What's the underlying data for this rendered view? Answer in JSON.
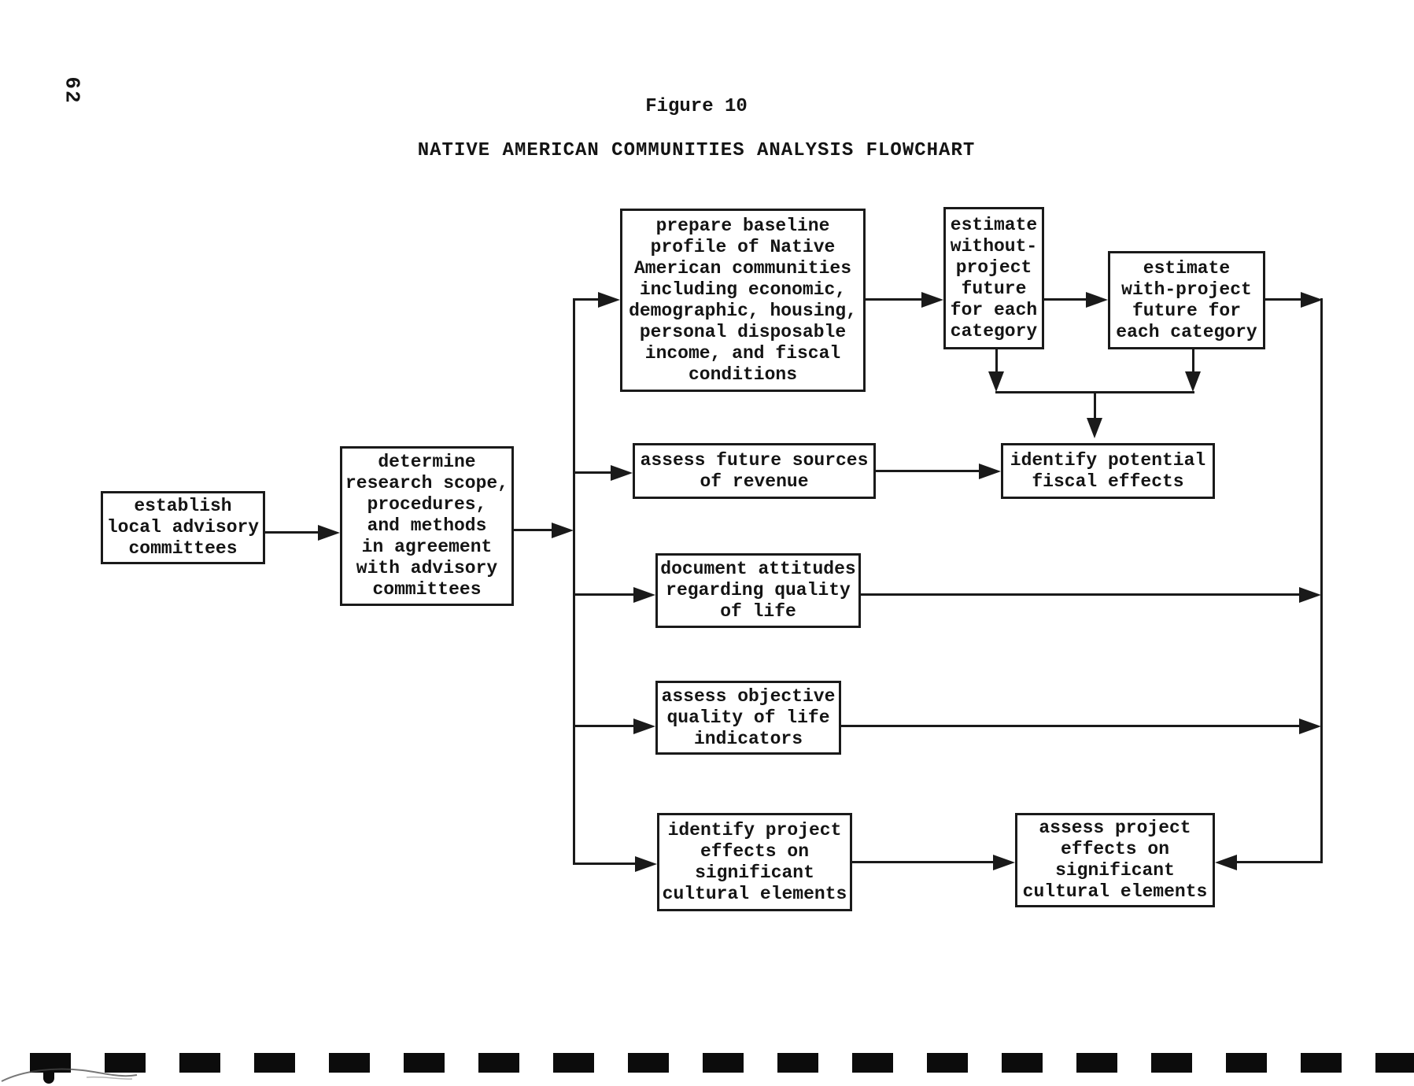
{
  "page": {
    "page_number": "62",
    "figure_label": "Figure 10",
    "title": "NATIVE AMERICAN COMMUNITIES ANALYSIS FLOWCHART"
  },
  "flowchart": {
    "nodes": [
      {
        "id": "establish-committees",
        "lines": [
          "establish",
          "local advisory",
          "committees"
        ]
      },
      {
        "id": "determine-scope",
        "lines": [
          "determine",
          "research scope,",
          "procedures,",
          "and methods",
          "in agreement",
          "with advisory",
          "committees"
        ]
      },
      {
        "id": "prepare-baseline",
        "lines": [
          "prepare baseline",
          "profile of Native",
          "American communities",
          "including economic,",
          "demographic, housing,",
          "personal disposable",
          "income, and fiscal",
          "conditions"
        ]
      },
      {
        "id": "estimate-without-project",
        "lines": [
          "estimate",
          "without-",
          "project",
          "future",
          "for each",
          "category"
        ]
      },
      {
        "id": "estimate-with-project",
        "lines": [
          "estimate",
          "with-project",
          "future for",
          "each category"
        ]
      },
      {
        "id": "assess-future-revenue",
        "lines": [
          "assess future sources",
          "of revenue"
        ]
      },
      {
        "id": "identify-fiscal-effects",
        "lines": [
          "identify potential",
          "fiscal effects"
        ]
      },
      {
        "id": "document-attitudes",
        "lines": [
          "document attitudes",
          "regarding quality",
          "of life"
        ]
      },
      {
        "id": "assess-objective-indicators",
        "lines": [
          "assess objective",
          "quality of life",
          "indicators"
        ]
      },
      {
        "id": "identify-project-effects",
        "lines": [
          "identify project",
          "effects on",
          "significant",
          "cultural elements"
        ]
      },
      {
        "id": "assess-project-effects",
        "lines": [
          "assess project",
          "effects on",
          "significant",
          "cultural elements"
        ]
      }
    ]
  }
}
